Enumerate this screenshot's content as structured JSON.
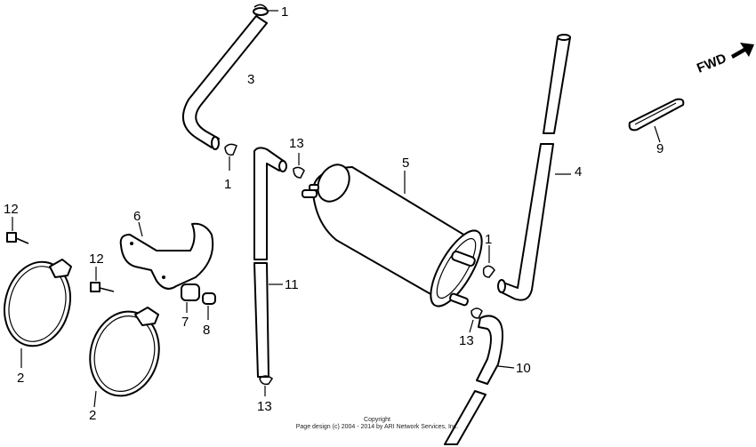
{
  "fwd_label": "FWD",
  "callouts": {
    "c1_top": "1",
    "c1_mid": "1",
    "c1_right": "1",
    "c2_a": "2",
    "c2_b": "2",
    "c3": "3",
    "c4": "4",
    "c5": "5",
    "c6": "6",
    "c7": "7",
    "c8": "8",
    "c9": "9",
    "c10": "10",
    "c11": "11",
    "c12_a": "12",
    "c12_b": "12",
    "c13_top": "13",
    "c13_right": "13",
    "c13_bottom": "13"
  },
  "copyright": {
    "line1": "Copyright",
    "line2": "Page design (c) 2004 - 2014 by ARI Network Services, Inc."
  },
  "icons": {
    "fwd_arrow": "fwd-arrow-icon"
  }
}
